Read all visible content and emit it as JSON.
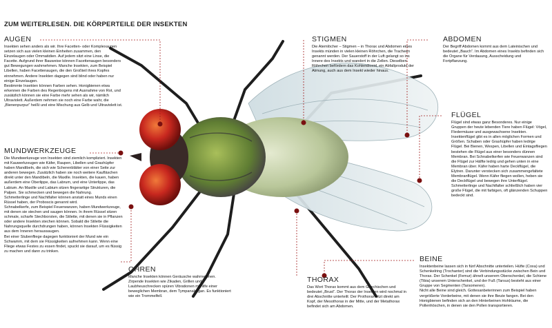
{
  "title": "ZUM WEITERLESEN. DIE KÖRPERTEILE DER INSEKTEN",
  "sections": {
    "augen": {
      "heading": "AUGEN",
      "paragraphs": [
        "Insekten sehen anders als wir. Ihre Facetten- oder Komplexaugen setzen sich aus vielen kleinen Einheiten zusammen, den Einzelaugen oder Ommatidien. Auf jedem sitzt eine Linse, die Facette. Aufgrund ihrer Bauweise können Facettenaugen besonders gut Bewegungen wahrnehmen. Manche Insekten, zum Beispiel Libellen, haben Facettenaugen, die den Großteil ihres Kopfes einnehmen. Andere Insekten dagegen sind blind oder haben nur einige Einzelaugen.",
        "Bestimmte Insekten können Farben sehen. Honigbienen etwa erkennen die Farben des Regenbogens mit Ausnahme von Rot, und zusätzlich können sie eine Farbe mehr sehen als wir, nämlich Ultraviolett. Außerdem nehmen sie noch eine Farbe wahr, die „Bienenpurpur“ heißt und eine Mischung aus Gelb und Ultraviolett ist."
      ]
    },
    "mundwerkzeuge": {
      "heading": "MUNDWERKZEUGE",
      "paragraphs": [
        "Die Mundwerkzeuge von Insekten sind ziemlich kompliziert. Insekten mit Kauwerkzeugen wie Käfer, Raupen, Libellen und Grashüpfer haben Mandibeln, die sich wie Scherenblätter von einer Seite zur anderen bewegen. Zusätzlich haben sie noch weitere Kaufläschen direkt unter den Mandibeln, die Maxille. Insekten, die kauen, haben außerdem eine Oberlippe, das Labrum, und eine Unterlippe, das Labium. An Maxille und Labium sitzen fingerartige Strukturen, die Palpen. Sie schmecken und bewegen die Nahrung.",
        "Schmetterlinge und Nachtfalter können anstatt eines Munds einen Rüssel haben, der Proboscis genannt wird.",
        "Schnabelkerfe, zum Beispiel Feuerwanzen, haben Mundwerkzeuge, mit denen sie stechen und saugen können. In ihrem Rüssel sitzen schmale, scharfe Stechborsten, die Stilette, mit denen sie in Pflanzen oder andere Insekten stechen können. Sobald die Stilette die Nahrungsquelle durchdrungen haben, können Insekten Flüssigkeiten aus dem Inneren heraussaugen.",
        "Bei einer Stubenfliege dagegen funktioniert der Mund wie ein Schwamm, mit dem sie Flüssigkeiten aufnehmen kann. Wenn eine Fliege etwas Festes zu essen findet, spuckt sie darauf, um es flüssig zu machen und dann zu trinken."
      ]
    },
    "ohren": {
      "heading": "OHREN",
      "paragraphs": [
        "Manche Insekten können Geräusche wahrnehmen. Zirpende Insekten wie Zikaden, Grillen und Laubheuschrecken spüren Vibrationen mithilfe einer beweglichen Membran, dem Tympanalorgan. Es funktioniert wie ein Trommelfell."
      ]
    },
    "stigmen": {
      "heading": "STIGMEN",
      "paragraphs": [
        "Die Atemlöcher – Stigmen – in Thorax und Abdomen eines Insekts münden in vielen kleinen Röhrchen, die Tracheen genannt werden. Der Sauerstoff in der Luft gelangt so ins Innere des Insekts und wandert in die Zellen. Dieselben Röhrchen befördern das Kohlendioxid, ein Abfallprodukt der Atmung, auch aus dem Insekt wieder hinaus."
      ]
    },
    "abdomen": {
      "heading": "ABDOMEN",
      "paragraphs": [
        "Der Begriff Abdomen kommt aus dem Lateinischen und bedeutet „Bauch“. Im Abdomen eines Insekts befinden sich die Organe für Verdauung, Ausscheidung und Fortpflanzung."
      ]
    },
    "fluegel": {
      "heading": "FLÜGEL",
      "paragraphs": [
        "Flügel sind etwas ganz Besonderes. Nur einige Gruppen der heute lebenden Tiere haben Flügel: Vögel, Fledermäuse und ausgewachsene Insekten.",
        "Insektenflügel gibt es in allen möglichen Formen und Größen. Schaben oder Grashüpfer haben ledrige Flügel. Bei Bienen, Wespen, Libellen und Eintagsfliegen bestehen die Flügel aus einer besonders dünnen Membran. Bei Schnabelkerfen wie Feuerwanzen sind die Flügel zur Hälfte ledrig und gehen unten in eine Membran über. Käfer haben harte Deckflügel, die Elytren. Darunter verstecken sich zusammengefaltete Membranflügel. Wenn Käfer fliegen wollen, heben sie die Deckflügel und bewegen ihre Unterflügel. Schmetterlinge und Nachtfalter schließlich haben vier große Flügel, die mit farbigen, oft glänzenden Schuppen bedeckt sind."
      ]
    },
    "thorax": {
      "heading": "THORAX",
      "paragraphs": [
        "Das Wort Thorax kommt aus dem Griechischen und bedeutet „Brust“. Der Thorax der Insekten wird nochmal in drei Abschnitte unterteilt: Der Prothorax sitzt direkt am Kopf, der Mesothorax in der Mitte, und der Metathorax befindet sich am Abdomen."
      ]
    },
    "beine": {
      "heading": "BEINE",
      "paragraphs": [
        "Insektenbeine lassen sich in fünf Abschnitte unterteilen. Hüfte (Coxa) und Schenkelring (Trochanter) sind die Verbindungsstücke zwischen Bein und Thorax. Der Schenkel (Femur) ähnelt unserem Oberschenkel, die Schiene (Tibia) unserem Unterschenkel, und der Fuß (Tarsus) besteht aus einer Gruppe von Segmenten (Tarsomeren).",
        "Nicht alle Beine sind gleich. Gottesanbeterinnen zum Beispiel haben vergrößerte Vorderbeine, mit denen sie ihre Beute fangen. Bei den Honigbienen befinden sich an den Hinterbeinen Hohlräume, die Pollenhöschen, in denen sie den Pollen transportieren."
      ]
    }
  },
  "colors": {
    "leader": "#a11b1b",
    "eye": "#c8281f",
    "thorax": "#6b8a3a",
    "abdomen": "#b9c79a",
    "wing": "#e6eef0"
  }
}
